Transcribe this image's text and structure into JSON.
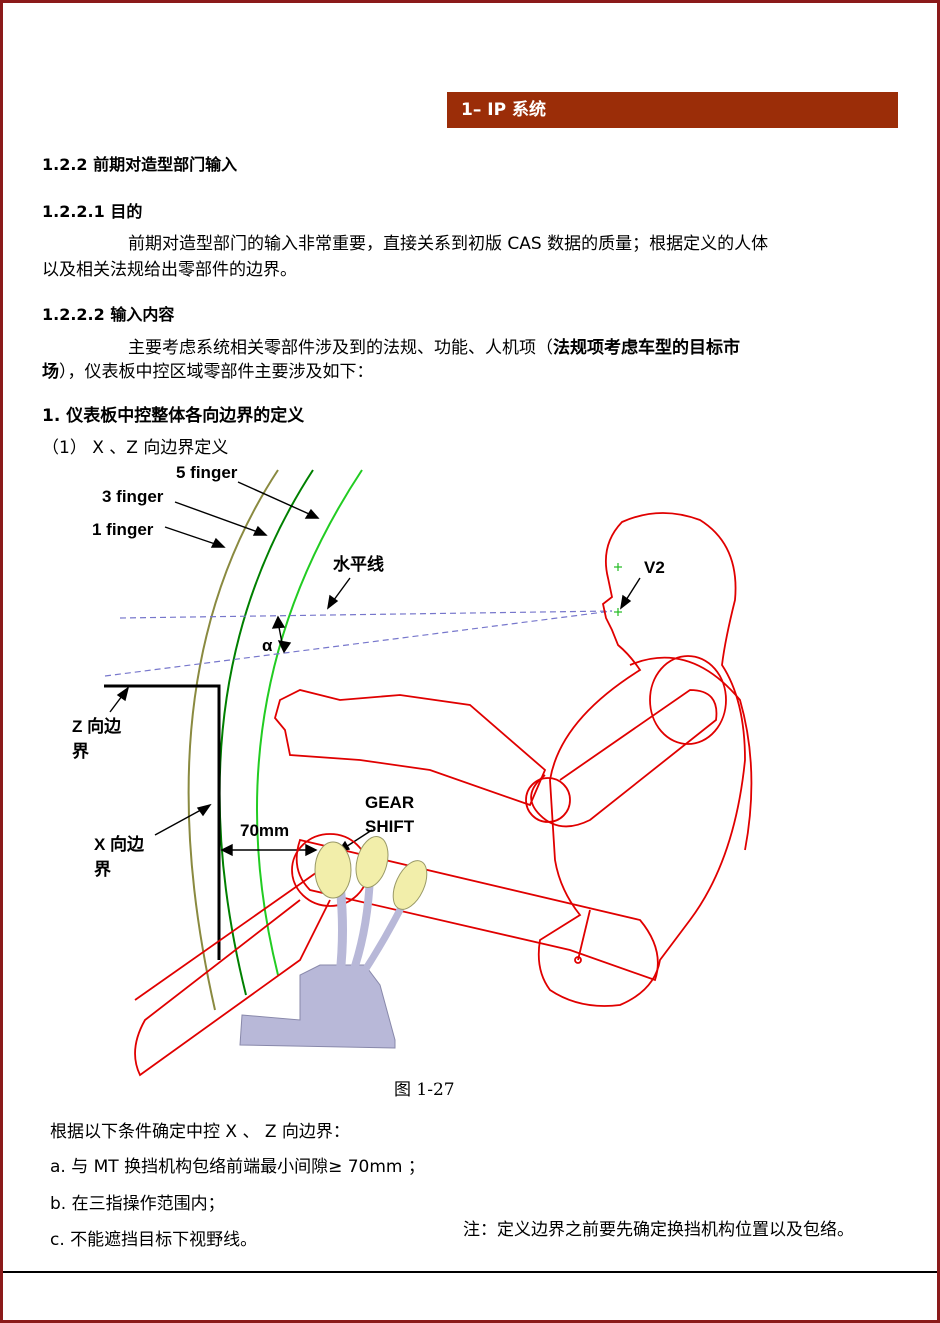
{
  "header": {
    "title": "1– IP 系统"
  },
  "section_1_2_2": {
    "heading": "1.2.2   前期对造型部门输入"
  },
  "section_1_2_2_1": {
    "heading": "1.2.2.1  目的",
    "para_line1": "前期对造型部门的输入非常重要，直接关系到初版 CAS 数据的质量；根据定义的人体",
    "para_line2": "以及相关法规给出零部件的边界。"
  },
  "section_1_2_2_2": {
    "heading": "1.2.2.2  输入内容",
    "para_line1_a": "主要考虑系统相关零部件涉及到的法规、功能、人机项（",
    "para_line1_b": "法规项考虑车型的目标市",
    "para_line2_a": "场",
    "para_line2_b": "），仪表板中控区域零部件主要涉及如下："
  },
  "item1": {
    "heading": "1.  仪表板中控整体各向边界的定义",
    "sub": "（1）    X 、Z 向边界定义"
  },
  "figure": {
    "labels": {
      "five_finger": "5 finger",
      "three_finger": "3 finger",
      "one_finger": "1 finger",
      "horizontal_line": "水平线",
      "v2": "V2",
      "alpha": "α",
      "z_boundary_1": "Z 向边",
      "z_boundary_2": "界",
      "x_boundary_1": "X 向边",
      "x_boundary_2": "界",
      "gap": "70mm",
      "gear_1": "GEAR",
      "gear_2": "SHIFT"
    },
    "caption": "图  1-27",
    "colors": {
      "body": "#e00000",
      "sight": "#7777cc",
      "finger1": "#8a8a40",
      "finger3": "#008000",
      "finger5": "#22cc22",
      "knob": "#f2eeaa",
      "mechanism": "#b8b8d8"
    }
  },
  "conditions": {
    "intro": "根据以下条件确定中控 X 、 Z 向边界：",
    "a": "a. 与 MT 换挡机构包络前端最小间隙≥ 70mm ；",
    "b": "b. 在三指操作范围内；",
    "c": "c. 不能遮挡目标下视野线。",
    "note": "注：定义边界之前要先确定换挡机构位置以及包络。"
  }
}
